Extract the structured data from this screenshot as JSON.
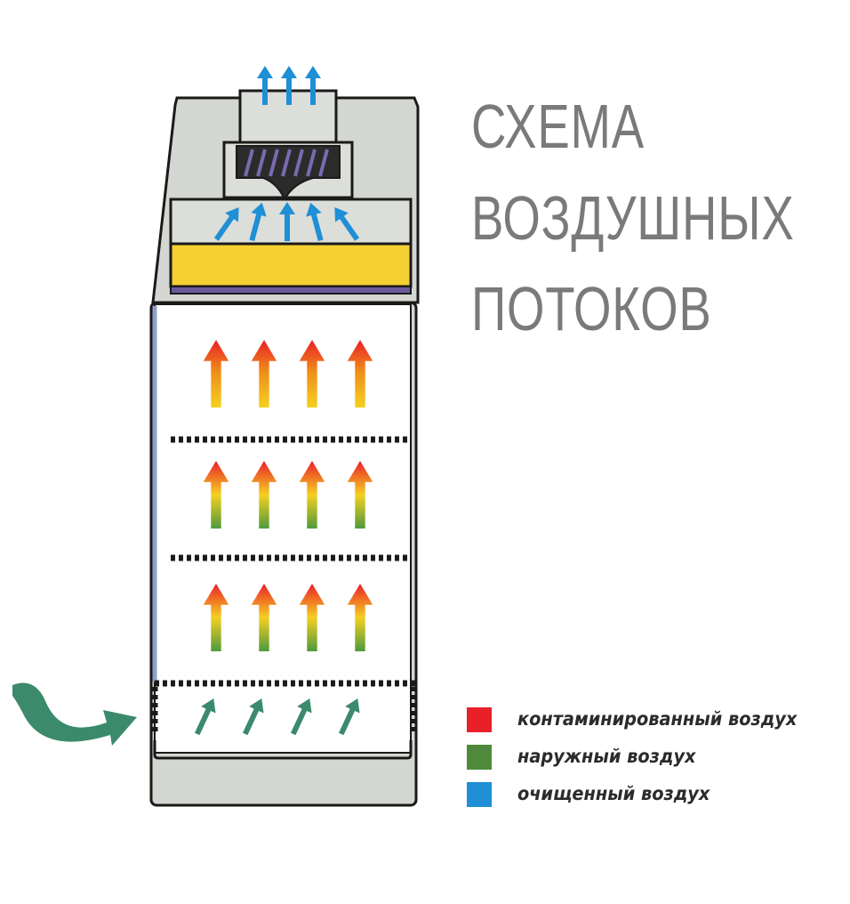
{
  "title": {
    "line1": "СХЕМА",
    "line2": "ВОЗДУШНЫХ",
    "line3": "ПОТОКОВ"
  },
  "legend": [
    {
      "label": "контаминированный воздух",
      "color": "#e8202a"
    },
    {
      "label": "наружный воздух",
      "color": "#4f8a3c"
    },
    {
      "label": "очищенный воздух",
      "color": "#1f8fd6"
    }
  ],
  "colors": {
    "cabinet_body": "#d4d6d1",
    "cabinet_outline": "#1a1a1a",
    "hepa_filter": "#f5d033",
    "filter_strip": "#6a5a9c",
    "sash_glass": "#8fa0c8",
    "clean_air_arrow": "#1f8fd6",
    "outside_air_arrow": "#3b8a6c",
    "contaminated_gradient": [
      "#e8202a",
      "#f08a1a",
      "#f6d020"
    ],
    "mixed_gradient": [
      "#e8202a",
      "#f6d020",
      "#4f9a3c"
    ],
    "fan_dark": "#2b2b2b",
    "fan_blade": "#7a6ab0"
  },
  "icons": {
    "fan": "fan-icon",
    "hepa": "hepa-filter-icon",
    "intake": "curved-intake-arrow-icon"
  }
}
